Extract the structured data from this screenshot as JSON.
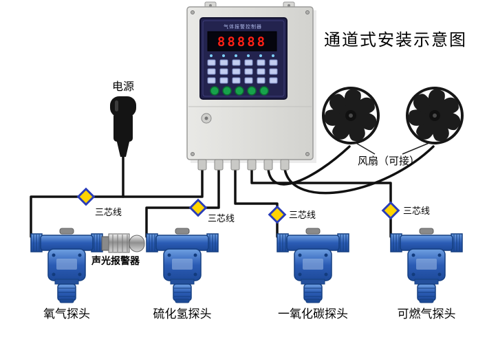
{
  "title": "通道式安装示意图",
  "power": {
    "label": "电源"
  },
  "controller": {
    "name": "气体报警控制器",
    "display": "88888"
  },
  "fans": {
    "label": "风扇（可接）"
  },
  "alarm": {
    "label": "声光报警器"
  },
  "wires": {
    "label": "三芯线"
  },
  "colors": {
    "wire": "#111111",
    "diamond_fill": "#ffd400",
    "diamond_border": "#2a3db8",
    "detector_blue": "#2b5cb5",
    "led_red": "#ff2015",
    "button_green": "#17a24b"
  },
  "detectors": [
    {
      "label": "氧气探头"
    },
    {
      "label": "硫化氢探头"
    },
    {
      "label": "一氧化碳探头"
    },
    {
      "label": "可燃气探头"
    }
  ]
}
